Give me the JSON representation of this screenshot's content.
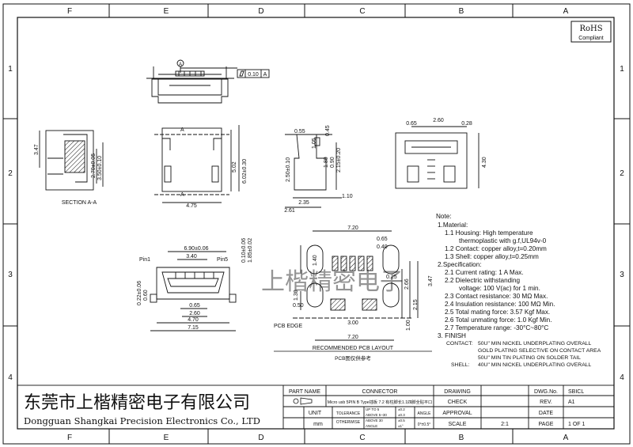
{
  "frame": {
    "columns": [
      "F",
      "E",
      "D",
      "C",
      "B",
      "A"
    ],
    "rows": [
      "1",
      "2",
      "3",
      "4"
    ]
  },
  "badge": {
    "rohs": "RoHS",
    "compliant": "Compliant"
  },
  "top_view": {
    "datum": "A",
    "flatness_value": "0.10",
    "flatness_ref": "A"
  },
  "section_view": {
    "dims": [
      "3.47",
      "2.70±0.05",
      "3.50±0.10"
    ],
    "caption": "SECTION A-A"
  },
  "front_view": {
    "marker_top": "A",
    "marker_bottom": "A",
    "dim_width": "4.75",
    "dim_h1": "5.02",
    "dim_h2": "6.02±0.30"
  },
  "side_view": {
    "dims": [
      "0.55",
      "1.05",
      "0.45",
      "2.50±0.10",
      "1.80",
      "0.90",
      "2.15±0.20",
      "1.10",
      "2.35",
      "2.61"
    ]
  },
  "rear_view": {
    "dims": [
      "0.65",
      "2.60",
      "0.28",
      "4.30"
    ]
  },
  "bottom_view": {
    "dims": [
      "6.90±0.06",
      "3.40",
      "0.22±0.06",
      "1.85±0.02",
      "0.10±0.06",
      "0.60",
      "0.65",
      "2.60",
      "4.70",
      "7.15"
    ],
    "pin1": "Pin1",
    "pin5": "Pin5"
  },
  "pcb_layout": {
    "dims": [
      "7.20",
      "0.65",
      "0.40",
      "1.40",
      "2.66",
      "3.47",
      "0.25",
      "1.30",
      "0.50",
      "1.00",
      "2.15",
      "3.00",
      "7.20"
    ],
    "edge_label": "PCB EDGE",
    "title": "RECOMMENDED PCB LAYOUT",
    "subtitle": "PCB图仅供参考"
  },
  "notes": {
    "lines": [
      "Note:",
      "1.Material:",
      "1.1  Housing: High temperature",
      "thermoplastic with g.f,UL94v-0",
      "1.2  Contact: copper alloy,t=0.20mm",
      "1.3  Shell: copper alloy,t=0.25mm",
      "2.Specification:",
      "2.1  Current rating: 1 A Max.",
      "2.2  Dielectric withstanding",
      "voltage: 100 V(ac) for 1 min.",
      "2.3  Contact resistance: 30 MΩ Max.",
      "2.4  Insulation resistance: 100 MΩ Min.",
      "2.5  Total mating force: 3.57 Kgf Max.",
      "2.6  Total unmating force: 1.0 Kgf Min.",
      "2.7  Temperature range: -30°C~80°C",
      "3.  FINISH"
    ],
    "finish": [
      {
        "label": "CONTACT:",
        "text": "50U\" MIN NICKEL UNDERPLATING OVERALL"
      },
      {
        "label": "",
        "text": "GOLD PLATING SELECTIVE ON CONTACT AREA"
      },
      {
        "label": "",
        "text": "50U\" MIN TIN PLATING ON SOLDER TAIL"
      },
      {
        "label": "SHELL:",
        "text": "40U\" MIN NICKEL UNDERPLATING OVERALL"
      }
    ]
  },
  "title_block": {
    "company_cn": "东莞市上楷精密电子有限公司",
    "company_en": "Dongguan Shangkai Precision Electronics Co., LTD",
    "part_name_label": "PART NAME",
    "part_name_value": "CONNECTOR",
    "part_desc": "Micro usb 5PIN B Type插板 7.2 有柱脚长1.1四脚全贴平口",
    "unit_label": "UNIT",
    "unit_value": "mm",
    "tolerance_label": "TOLERANCE",
    "otherwise_label": "OTHERWISE",
    "tol_rows": [
      {
        "range": "UP TO 5",
        "value": "±0.2"
      },
      {
        "range": "ABOVE 5~30",
        "value": "±0.3"
      },
      {
        "range": "ABOVE 30",
        "value": "±0.5"
      }
    ],
    "angle_label": "ANGLE",
    "angle_value": "±1°",
    "angle_header": "ANGLE",
    "angle_tol": "0°±0.5°",
    "drawing_label": "DRAWING",
    "check_label": "CHECK",
    "approval_label": "APPROVAL",
    "scale_label": "SCALE",
    "scale_value": "2:1",
    "dwg_label": "DWG.No.",
    "dwg_value": "SBICL",
    "rev_label": "REV.",
    "rev_value": "A1",
    "date_label": "DATE",
    "page_label": "PAGE",
    "page_value": "1 OF 1"
  },
  "watermark": "上楷精密电子"
}
